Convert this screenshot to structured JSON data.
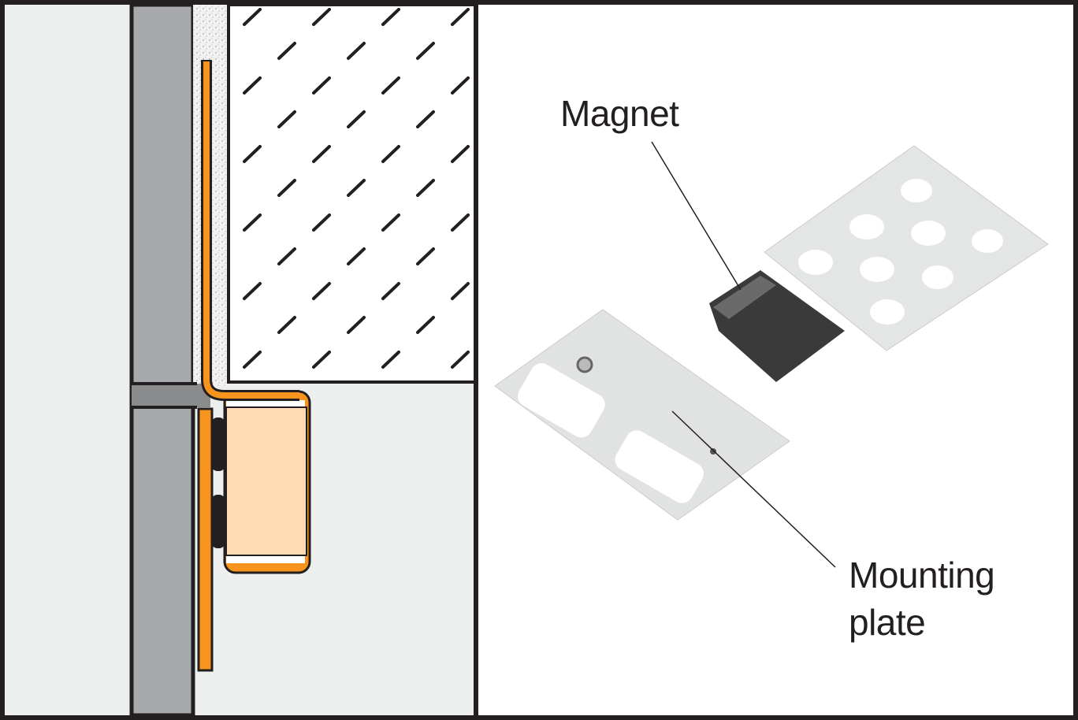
{
  "labels": {
    "magnet": "Magnet",
    "mounting_plate_line1": "Mounting",
    "mounting_plate_line2": "plate"
  },
  "colors": {
    "profile_orange": "#f7941d",
    "cap_peach": "#fddcb3",
    "wall_gray": "#a7a9ac",
    "background_light": "#edeeee",
    "outline": "#231f20"
  }
}
